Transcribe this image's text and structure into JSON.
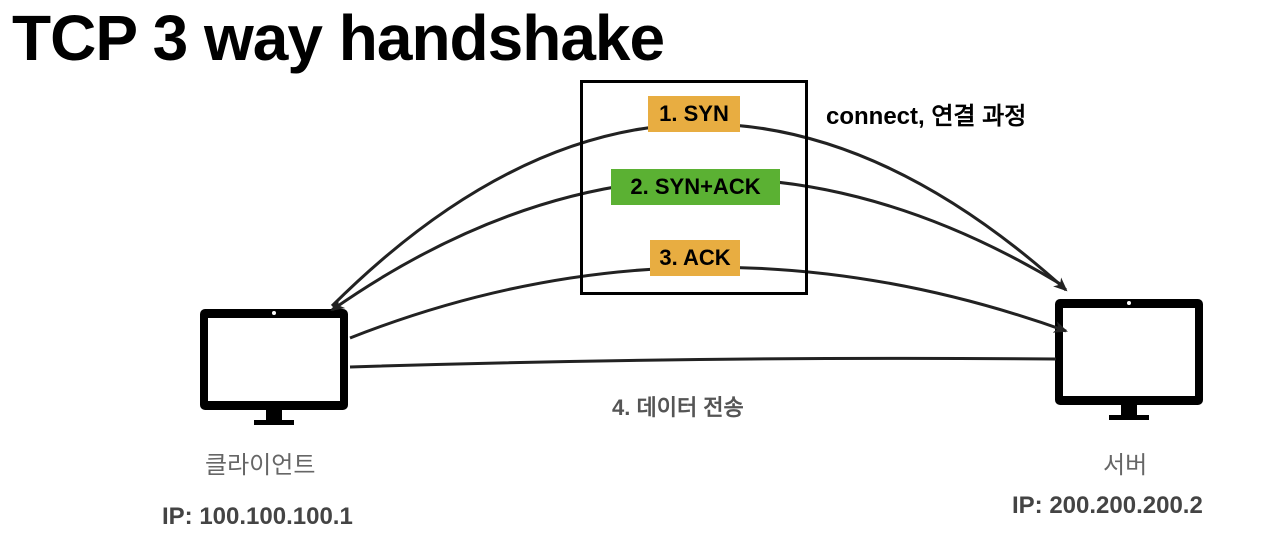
{
  "title": "TCP 3 way handshake",
  "steps": {
    "syn": "1. SYN",
    "synack": "2. SYN+ACK",
    "ack": "3. ACK",
    "transfer": "4. 데이터 전송"
  },
  "connect_label": "connect, 연결 과정",
  "client": {
    "name": "클라이언트",
    "ip": "IP: 100.100.100.1"
  },
  "server": {
    "name": "서버",
    "ip": "IP: 200.200.200.2"
  },
  "colors": {
    "orange": "#e8ad41",
    "green": "#5bb133",
    "ink": "#222222"
  }
}
